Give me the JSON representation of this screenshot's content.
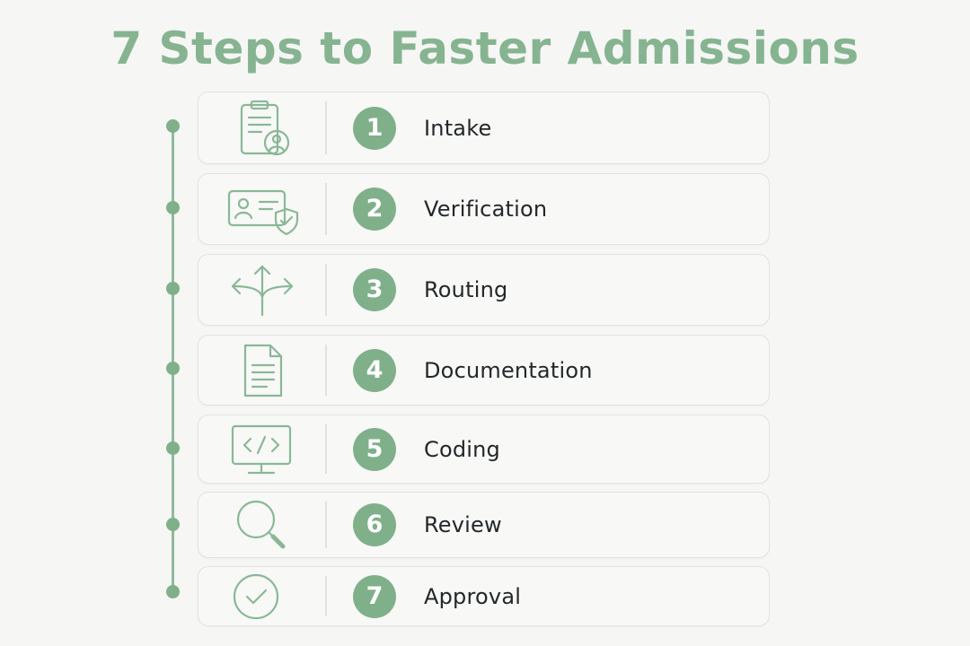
{
  "title": "7 Steps to Faster Admissions",
  "colors": {
    "accent": "#7fb08a",
    "title": "#86b491",
    "label": "#23282a",
    "card_border": "#e2e4e1",
    "background": "#f6f6f5"
  },
  "steps": [
    {
      "number": "1",
      "label": "Intake",
      "icon": "clipboard-user-icon"
    },
    {
      "number": "2",
      "label": "Verification",
      "icon": "id-card-shield-icon"
    },
    {
      "number": "3",
      "label": "Routing",
      "icon": "split-arrows-icon"
    },
    {
      "number": "4",
      "label": "Documentation",
      "icon": "document-icon"
    },
    {
      "number": "5",
      "label": "Coding",
      "icon": "monitor-code-icon"
    },
    {
      "number": "6",
      "label": "Review",
      "icon": "magnifier-icon"
    },
    {
      "number": "7",
      "label": "Approval",
      "icon": "check-circle-icon"
    }
  ]
}
